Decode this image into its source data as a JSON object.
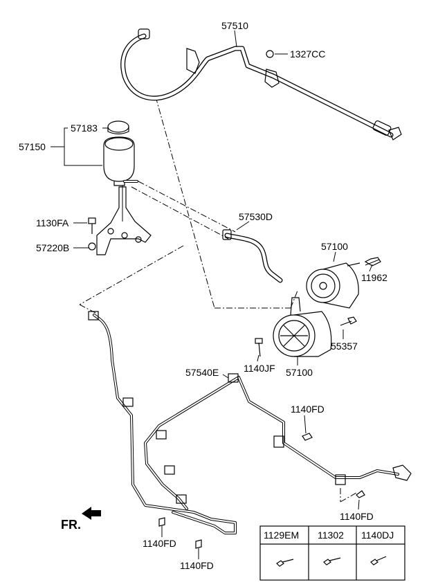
{
  "callouts": {
    "p57510": "57510",
    "p1327CC": "1327CC",
    "p57183": "57183",
    "p57150": "57150",
    "p1130FA": "1130FA",
    "p57220B": "57220B",
    "p57530D": "57530D",
    "p57100_top": "57100",
    "p11962": "11962",
    "p55357": "55357",
    "p1140JF": "1140JF",
    "p57100_bottom": "57100",
    "p57540E": "57540E",
    "p1140FD_right": "1140FD",
    "p1140FD_lowright": "1140FD",
    "p1140FD_bottom1": "1140FD",
    "p1140FD_bottom2": "1140FD"
  },
  "direction": {
    "label": "FR."
  },
  "fastener_table": {
    "headers": [
      "1129EM",
      "11302",
      "1140DJ"
    ]
  }
}
